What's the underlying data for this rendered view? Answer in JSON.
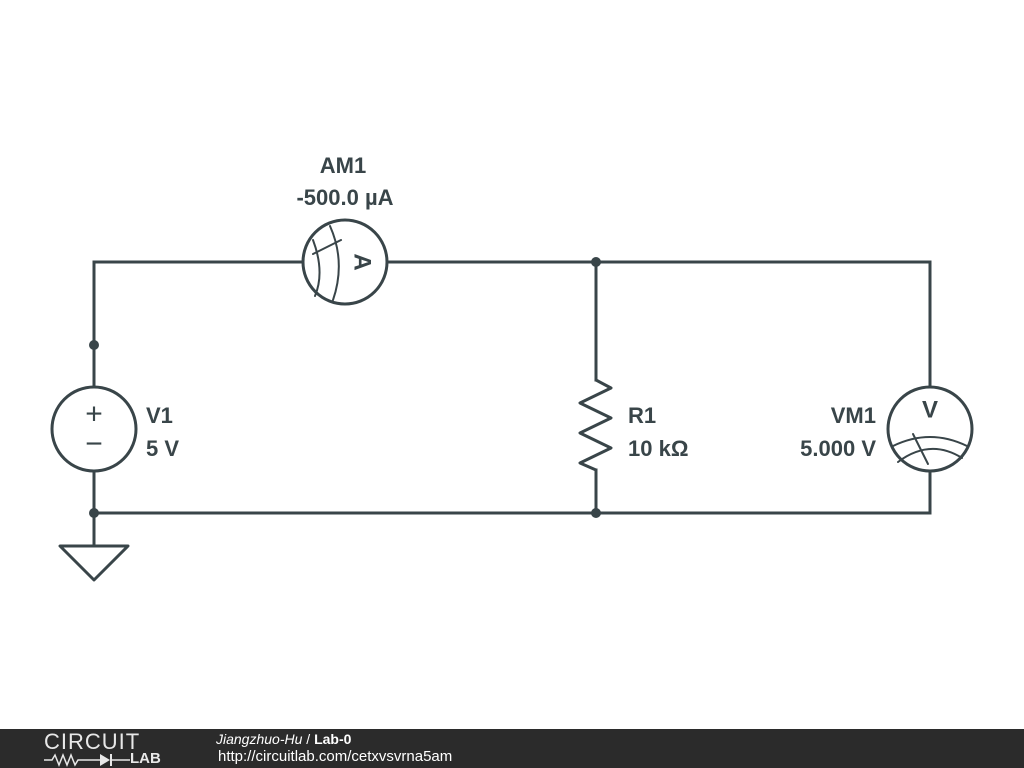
{
  "components": {
    "ammeter": {
      "name": "AM1",
      "value": "-500.0 µA",
      "symbol": "A"
    },
    "source": {
      "name": "V1",
      "value": "5 V",
      "plus": "+",
      "minus": "−"
    },
    "resistor": {
      "name": "R1",
      "value": "10 kΩ"
    },
    "voltmeter": {
      "name": "VM1",
      "value": "5.000 V",
      "symbol": "V"
    }
  },
  "footer": {
    "logo_top": "CIRCUIT",
    "logo_bottom": "LAB",
    "author": "Jiangzhuo-Hu",
    "separator": " / ",
    "project": "Lab-0",
    "url": "http://circuitlab.com/cetxvsvrna5am"
  },
  "colors": {
    "wire": "#394549",
    "footer_background": "#2b2b2b",
    "footer_text": "#ffffff"
  },
  "icons": [
    "ammeter-icon",
    "voltage-source-icon",
    "resistor-icon",
    "voltmeter-icon",
    "ground-icon",
    "circuitlab-logo-icon"
  ]
}
